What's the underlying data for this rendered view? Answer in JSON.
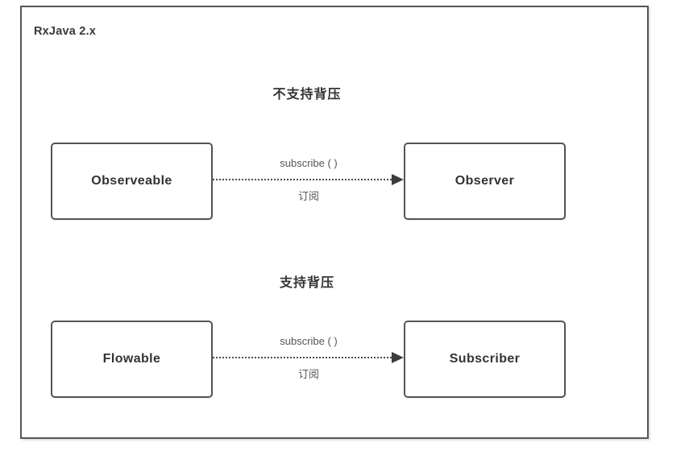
{
  "diagram": {
    "frame_title": "RxJava 2.x",
    "sections": [
      {
        "header": "不支持背压",
        "source": "Observeable",
        "target": "Observer",
        "edge_label_top": "subscribe ( )",
        "edge_label_bottom": "订阅"
      },
      {
        "header": "支持背压",
        "source": "Flowable",
        "target": "Subscriber",
        "edge_label_top": "subscribe ( )",
        "edge_label_bottom": "订阅"
      }
    ],
    "colors": {
      "border": "#555555",
      "text": "#333333",
      "label_text": "#555555",
      "background": "#ffffff",
      "arrow": "#3d3d3d"
    }
  }
}
